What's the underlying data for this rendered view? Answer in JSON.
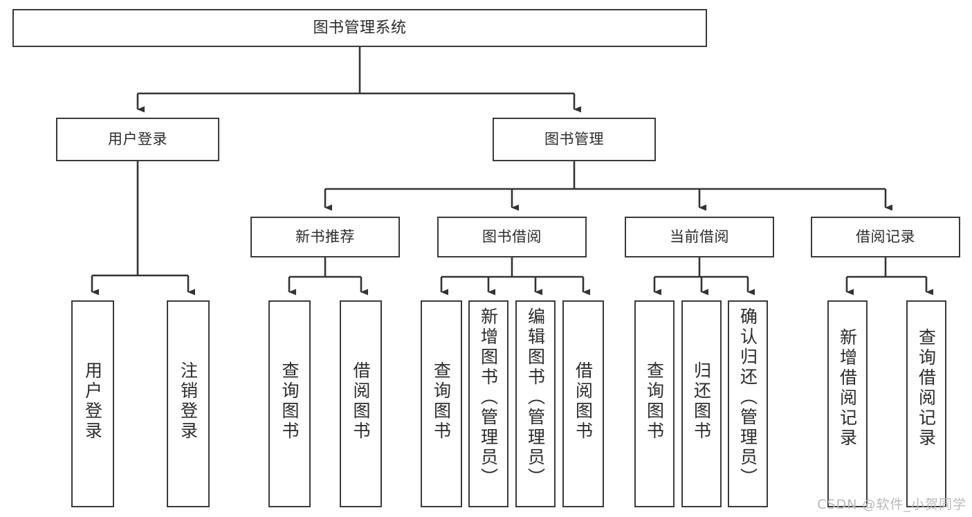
{
  "diagram": {
    "type": "tree-hierarchy",
    "title": "图书管理系统",
    "watermark": "CSDN @软件_小贺同学",
    "colors": {
      "box_border": "#3a3a3a",
      "box_fill": "#ffffff",
      "connector": "#333333",
      "text": "#2b2b2b",
      "watermark": "#b9b9b9",
      "background": "#ffffff"
    },
    "levels": {
      "root": {
        "label": "图书管理系统"
      },
      "level2": [
        {
          "label": "用户登录"
        },
        {
          "label": "图书管理"
        }
      ],
      "level3": [
        {
          "label": "新书推荐"
        },
        {
          "label": "图书借阅"
        },
        {
          "label": "当前借阅"
        },
        {
          "label": "借阅记录"
        }
      ],
      "leaves": [
        {
          "label": "用户登录",
          "parent": "用户登录"
        },
        {
          "label": "注销登录",
          "parent": "用户登录"
        },
        {
          "label": "查询图书",
          "parent": "新书推荐"
        },
        {
          "label": "借阅图书",
          "parent": "新书推荐"
        },
        {
          "label": "查询图书",
          "parent": "图书借阅"
        },
        {
          "label": "新增图书（管理员）",
          "parent": "图书借阅"
        },
        {
          "label": "编辑图书（管理员）",
          "parent": "图书借阅"
        },
        {
          "label": "借阅图书",
          "parent": "图书借阅"
        },
        {
          "label": "查询图书",
          "parent": "当前借阅"
        },
        {
          "label": "归还图书",
          "parent": "当前借阅"
        },
        {
          "label": "确认归还（管理员）",
          "parent": "当前借阅"
        },
        {
          "label": "新增借阅记录",
          "parent": "借阅记录"
        },
        {
          "label": "查询借阅记录",
          "parent": "借阅记录"
        }
      ]
    }
  }
}
